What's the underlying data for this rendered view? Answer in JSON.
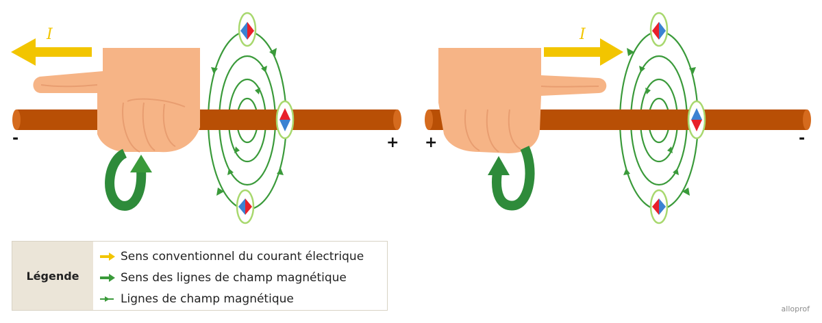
{
  "diagram": {
    "left_panel": {
      "current_label": "I",
      "left_sign": "-",
      "right_sign": "+"
    },
    "right_panel": {
      "current_label": "I",
      "left_sign": "+",
      "right_sign": "-"
    }
  },
  "legend": {
    "title": "Légende",
    "items": [
      {
        "label": "Sens conventionnel du courant électrique",
        "color": "#f2c500"
      },
      {
        "label": "Sens des lignes de champ magnétique",
        "color": "#3a9a3a"
      },
      {
        "label": "Lignes de champ magnétique",
        "color": "#3a9a3a"
      }
    ]
  },
  "branding": "alloprof",
  "colors": {
    "wire": "#b84f05",
    "wire_end": "#d56b1e",
    "skin": "#f6b486",
    "skin_shade": "#e89d70",
    "field_line": "#3a9a3a",
    "compass_ring": "#a8d86e",
    "compass_north": "#e8202a",
    "compass_south": "#3b82d2",
    "current_arrow": "#f2c500"
  }
}
